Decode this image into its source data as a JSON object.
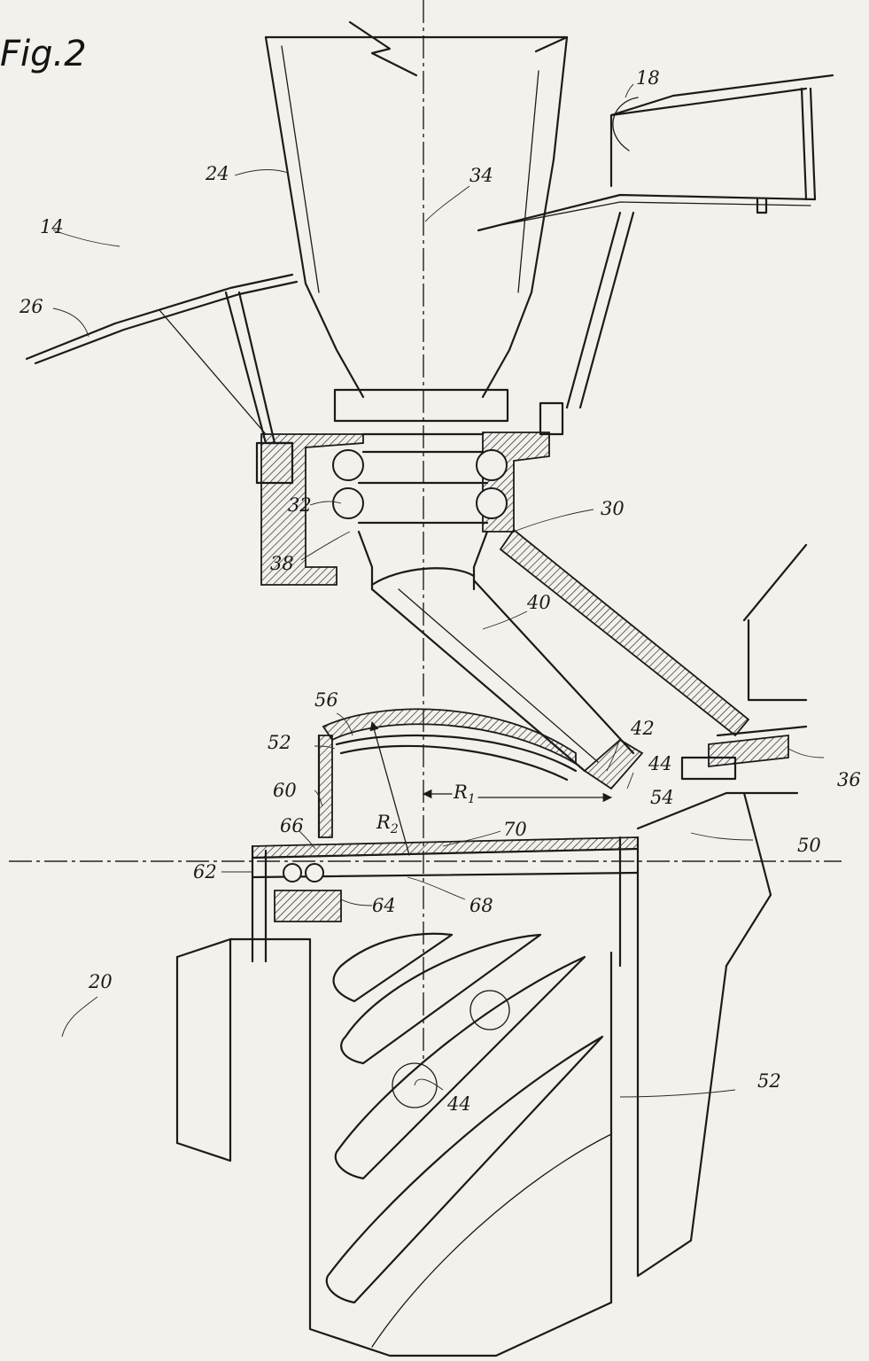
{
  "figure": {
    "title": "Fig.2"
  },
  "labels": {
    "l14": "14",
    "l18": "18",
    "l20": "20",
    "l24": "24",
    "l26": "26",
    "l30": "30",
    "l32": "32",
    "l34": "34",
    "l36": "36",
    "l38": "38",
    "l40": "40",
    "l42": "42",
    "l44a": "44",
    "l44b": "44",
    "l50": "50",
    "l52a": "52",
    "l52b": "52",
    "l54": "54",
    "l56": "56",
    "l60": "60",
    "l62": "62",
    "l64": "64",
    "l66": "66",
    "l68": "68",
    "l70": "70",
    "r1": "R",
    "r1sub": "1",
    "r2": "R",
    "r2sub": "2"
  }
}
